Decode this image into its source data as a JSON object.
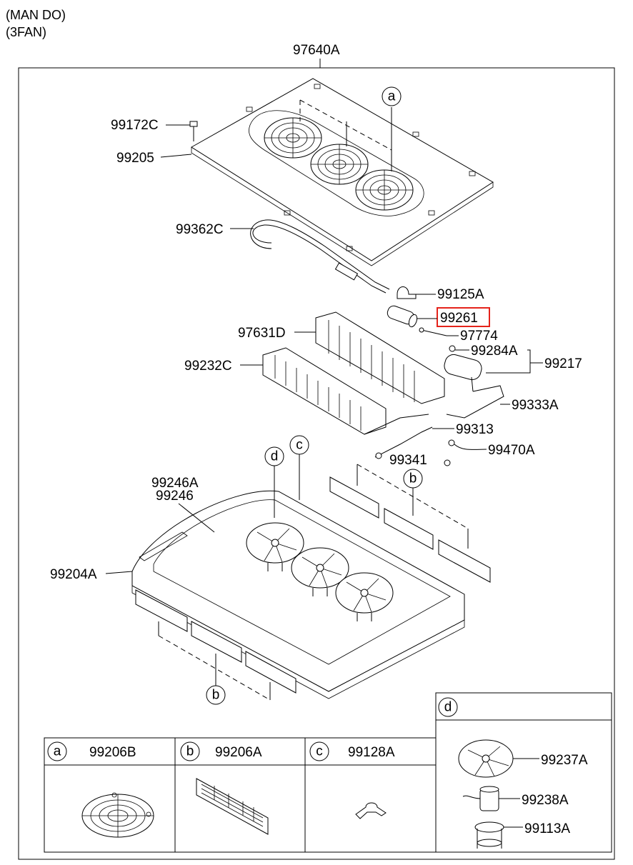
{
  "header": {
    "line1": "(MAN DO)",
    "line2": "(3FAN)"
  },
  "assembly_label": "97640A",
  "callouts": [
    {
      "id": "c-99172C",
      "text": "99172C"
    },
    {
      "id": "c-99205",
      "text": "99205"
    },
    {
      "id": "c-99362C",
      "text": "99362C"
    },
    {
      "id": "c-99125A",
      "text": "99125A"
    },
    {
      "id": "c-99261",
      "text": "99261",
      "highlighted": true
    },
    {
      "id": "c-97631D",
      "text": "97631D"
    },
    {
      "id": "c-97774",
      "text": "97774"
    },
    {
      "id": "c-99284A",
      "text": "99284A"
    },
    {
      "id": "c-99217",
      "text": "99217"
    },
    {
      "id": "c-99232C",
      "text": "99232C"
    },
    {
      "id": "c-99333A",
      "text": "99333A"
    },
    {
      "id": "c-99313",
      "text": "99313"
    },
    {
      "id": "c-99341",
      "text": "99341"
    },
    {
      "id": "c-99470A",
      "text": "99470A"
    },
    {
      "id": "c-99246A",
      "text": "99246A"
    },
    {
      "id": "c-99246",
      "text": "99246"
    },
    {
      "id": "c-99204A",
      "text": "99204A"
    }
  ],
  "ref_markers": {
    "a": "a",
    "b": "b",
    "c": "c",
    "d": "d"
  },
  "legend": {
    "a": {
      "letter": "a",
      "part": "99206B"
    },
    "b": {
      "letter": "b",
      "part": "99206A"
    },
    "c": {
      "letter": "c",
      "part": "99128A"
    },
    "d": {
      "letter": "d",
      "parts": [
        "99237A",
        "99238A",
        "99113A"
      ]
    }
  },
  "highlight_color": "#e5231b"
}
